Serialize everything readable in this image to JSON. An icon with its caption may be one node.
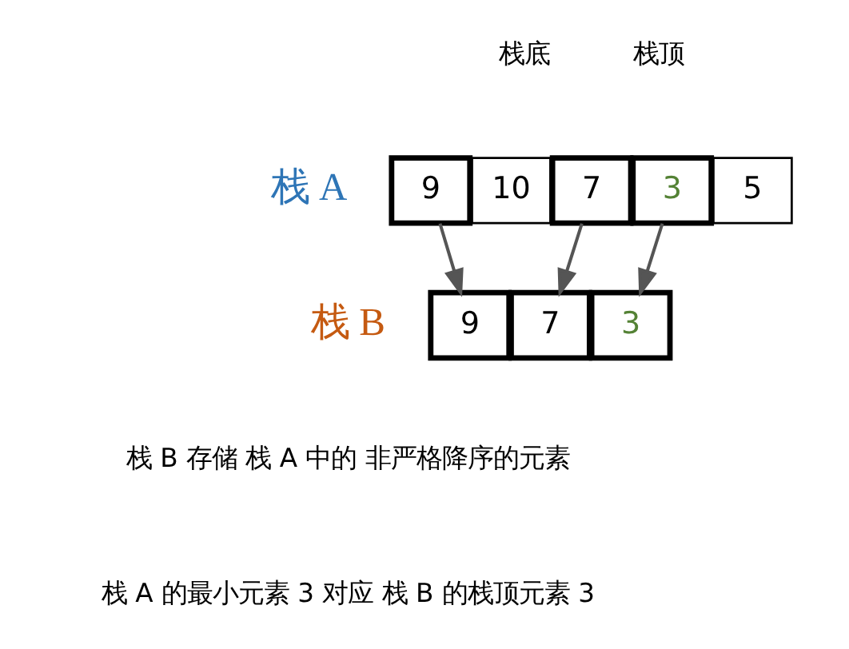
{
  "diagram": {
    "nodes": [
      {
        "text": [
          "9"
        ]
      },
      {
        "text": [
          "10"
        ]
      },
      {
        "text": [
          "7"
        ]
      },
      {
        "text": [
          "3"
        ]
      },
      {
        "text": [
          "5"
        ]
      },
      {
        "text": [
          "9"
        ]
      },
      {
        "text": [
          "7"
        ]
      },
      {
        "text": [
          "3"
        ]
      }
    ],
    "edges": [
      {
        "from": 0,
        "to": 5,
        "arrow": "to"
      },
      {
        "from": 2,
        "to": 6,
        "arrow": "to"
      },
      {
        "from": 3,
        "to": 7,
        "arrow": "to"
      }
    ],
    "labels": [
      "栈底",
      "栈顶",
      "栈 A",
      "栈 B",
      "栈 B 存储 栈 A 中的 非严格降序的元素",
      "栈 A 的最小元素 3 对应 栈 B 的栈顶元素 3"
    ]
  }
}
